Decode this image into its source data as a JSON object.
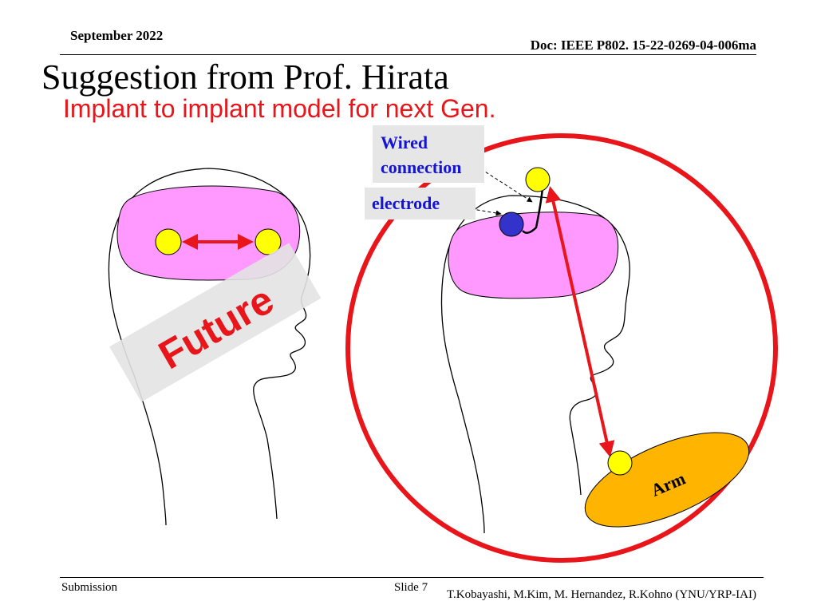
{
  "header": {
    "date": "September 2022",
    "doc": "Doc: IEEE P802. 15-22-0269-04-006ma"
  },
  "title": "Suggestion from Prof. Hirata",
  "subtitle": "Implant to implant model for next Gen.",
  "figure": {
    "future_label": "Future",
    "wired_line1": "Wired",
    "wired_line2": "connection",
    "electrode_label": "electrode",
    "arm_label": "Arm"
  },
  "footer": {
    "submission": "Submission",
    "slide": "Slide 7",
    "authors": "T.Kobayashi, M.Kim, M. Hernandez, R.Kohno (YNU/YRP-IAI)"
  },
  "colors": {
    "title_red": "#e8161a",
    "brain_pink": "#ff99ff",
    "implant_yellow": "#ffff00",
    "electrode_blue": "#3333cc",
    "arm_orange": "#ffb400",
    "label_blue": "#1414d6"
  }
}
